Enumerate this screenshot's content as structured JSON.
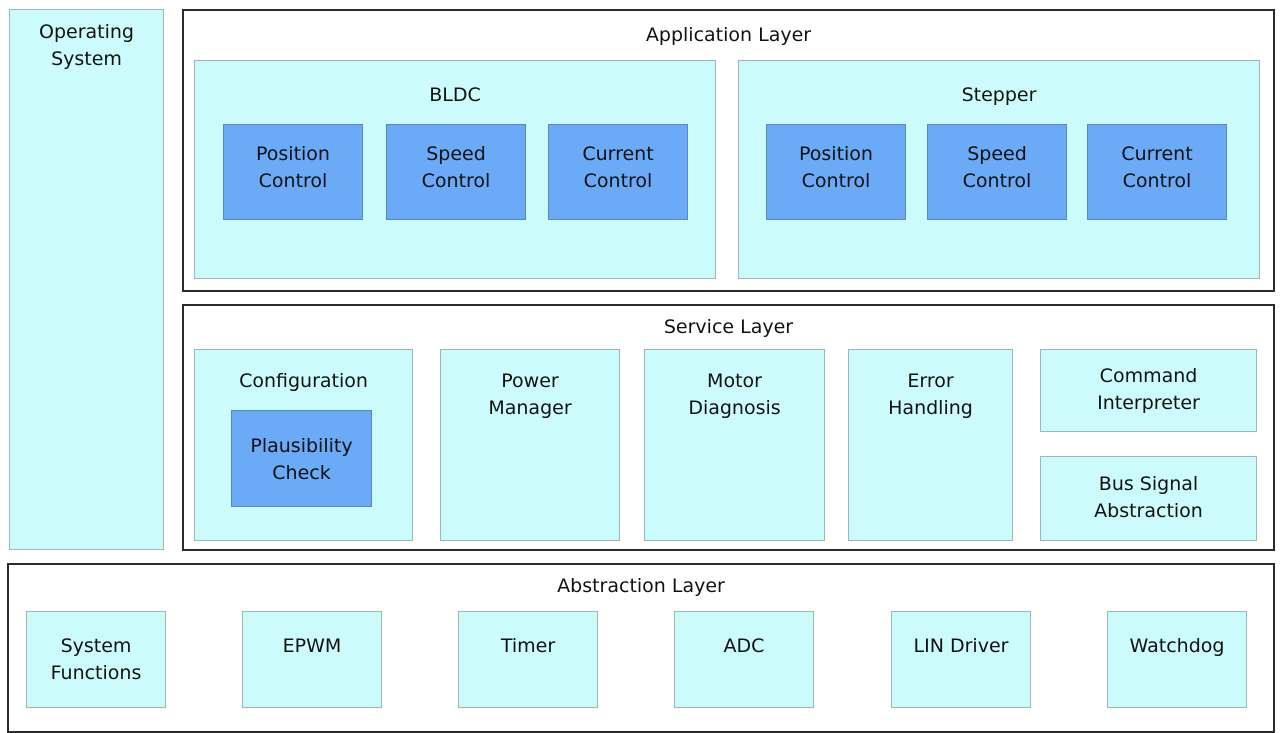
{
  "os": {
    "label": "Operating\nSystem"
  },
  "application": {
    "title": "Application Layer",
    "bldc": {
      "title": "BLDC",
      "blocks": [
        "Position\nControl",
        "Speed\nControl",
        "Current\nControl"
      ]
    },
    "stepper": {
      "title": "Stepper",
      "blocks": [
        "Position\nControl",
        "Speed\nControl",
        "Current\nControl"
      ]
    }
  },
  "service": {
    "title": "Service Layer",
    "configuration": {
      "title": "Configuration",
      "plausibility": "Plausibility\nCheck"
    },
    "power_manager": "Power\nManager",
    "motor_diagnosis": "Motor\nDiagnosis",
    "error_handling": "Error\nHandling",
    "command_interpreter": "Command\nInterpreter",
    "bus_signal": "Bus Signal\nAbstraction"
  },
  "abstraction": {
    "title": "Abstraction Layer",
    "blocks": [
      "System\nFunctions",
      "EPWM",
      "Timer",
      "ADC",
      "LIN Driver",
      "Watchdog"
    ]
  },
  "colors": {
    "light_cyan": "#ccfbfb",
    "blue": "#6aaaf6",
    "frame": "#2b2b2b"
  }
}
